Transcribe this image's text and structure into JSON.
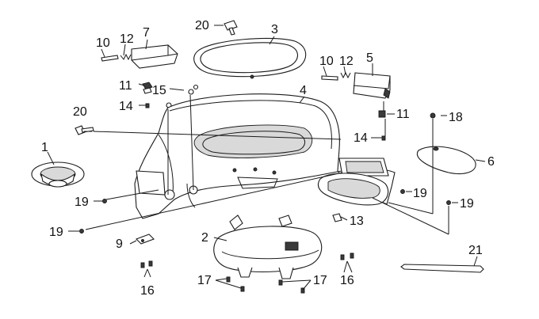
{
  "callouts": {
    "c1": "1",
    "c2": "2",
    "c3": "3",
    "c4": "4",
    "c5": "5",
    "c6": "6",
    "c7": "7",
    "c9": "9",
    "c10a": "10",
    "c10b": "10",
    "c11a": "11",
    "c11b": "11",
    "c12a": "12",
    "c12b": "12",
    "c13": "13",
    "c14a": "14",
    "c14b": "14",
    "c15": "15",
    "c16a": "16",
    "c16b": "16",
    "c17a": "17",
    "c17b": "17",
    "c18": "18",
    "c19a": "19",
    "c19b": "19",
    "c19c": "19",
    "c19d": "19",
    "c20a": "20",
    "c20b": "20",
    "c21": "21"
  }
}
